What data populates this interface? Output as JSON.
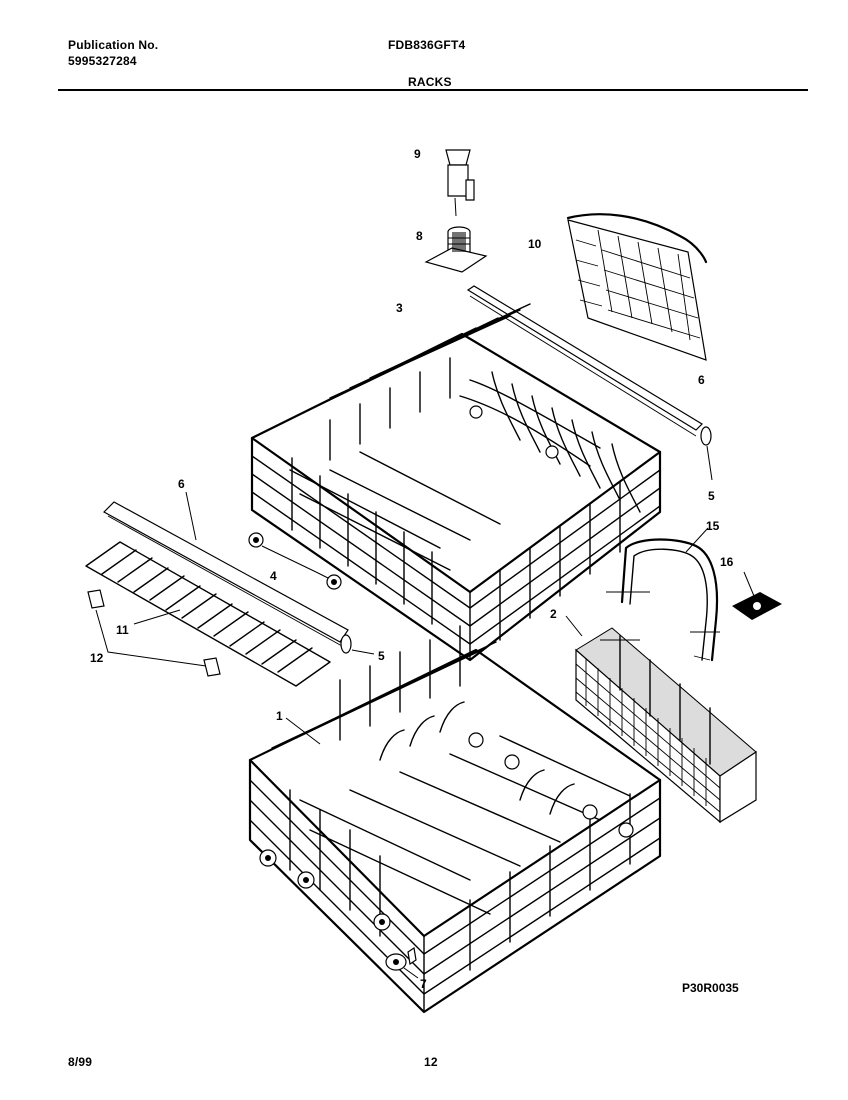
{
  "header": {
    "publication_label": "Publication No.",
    "publication_number": "5995327284",
    "model": "FDB836GFT4",
    "section": "RACKS"
  },
  "diagram": {
    "callouts": {
      "c1": "1",
      "c2": "2",
      "c3": "3",
      "c4": "4",
      "c5a": "5",
      "c5b": "5",
      "c6a": "6",
      "c6b": "6",
      "c7": "7",
      "c8": "8",
      "c9": "9",
      "c10": "10",
      "c11": "11",
      "c12": "12",
      "c15": "15",
      "c16": "16"
    },
    "figure_code": "P30R0035"
  },
  "footer": {
    "date": "8/99",
    "page": "12"
  }
}
